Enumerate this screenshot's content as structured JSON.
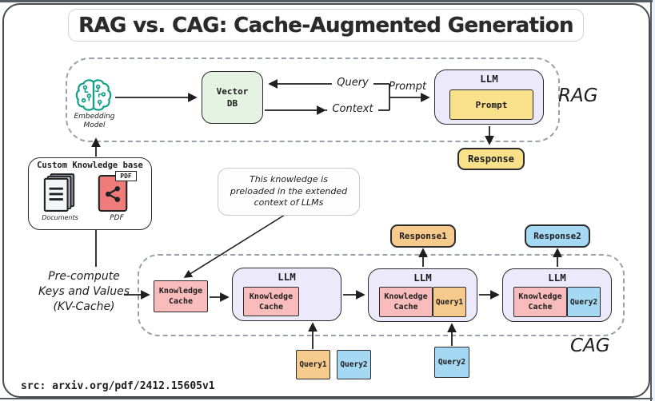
{
  "title": "RAG vs. CAG: Cache-Augmented Generation",
  "source_note": "src: arxiv.org/pdf/2412.15605v1",
  "palette": {
    "llm_fill": "#eceafa",
    "cache_pink": "#f8bcbc",
    "query1_orange": "#f6c98c",
    "query2_blue": "#a5d8f3",
    "prompt_yellow": "#f8e18a",
    "vector_db_green": "#e4f3e2",
    "embedding_teal": "#13a089",
    "pdf_red": "#f07b7b",
    "dashed_border": "#9aa0a5",
    "stroke_dark": "#1e1e1e"
  },
  "rag": {
    "section_label": "RAG",
    "embedding": {
      "line1": "Embedding",
      "line2": "Model"
    },
    "vector_db": {
      "line1": "Vector",
      "line2": "DB"
    },
    "query_label": "Query",
    "context_label": "Context",
    "prompt_label": "Prompt",
    "llm": {
      "title": "LLM",
      "prompt": "Prompt"
    },
    "response": "Response"
  },
  "knowledge_base": {
    "title": "Custom Knowledge base",
    "documents_label": "Documents",
    "pdf_label": "PDF",
    "pdf_badge": "PDF"
  },
  "precompute": {
    "line1": "Pre-compute",
    "line2": "Keys and Values",
    "line3": "(KV-Cache)"
  },
  "callout": {
    "line1": "This knowledge is",
    "line2": "preloaded in the extended",
    "line3": "context of LLMs"
  },
  "cag": {
    "section_label": "CAG",
    "knowledge_cache": {
      "line1": "Knowledge",
      "line2": "Cache"
    },
    "llm1": {
      "title": "LLM",
      "cache1": "Knowledge",
      "cache2": "Cache"
    },
    "llm2": {
      "title": "LLM",
      "cache1": "Knowledge",
      "cache2": "Cache",
      "query": "Query1"
    },
    "llm3": {
      "title": "LLM",
      "cache1": "Knowledge",
      "cache2": "Cache",
      "query": "Query2"
    },
    "response1": "Response1",
    "response2": "Response2",
    "queue": {
      "query1": "Query1",
      "query2": "Query2"
    },
    "query2_mid": "Query2"
  }
}
